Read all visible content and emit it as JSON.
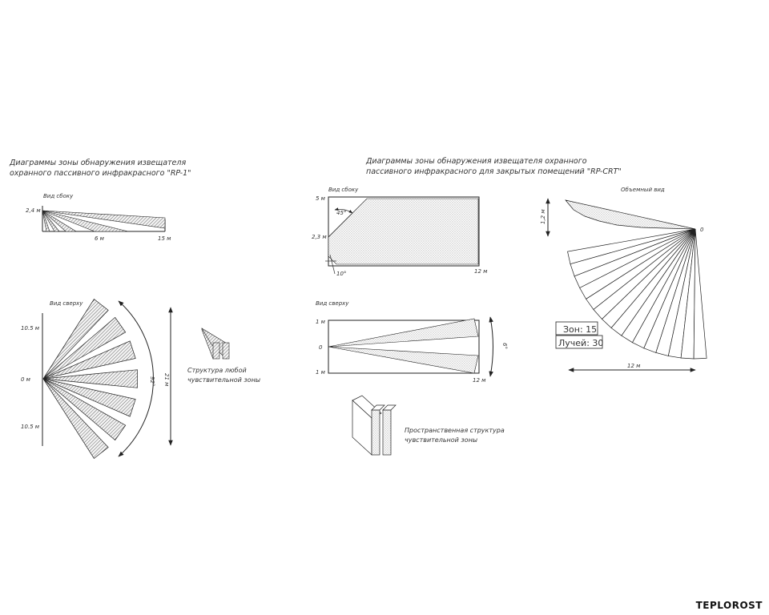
{
  "left_panel": {
    "title_line1": "Диаграммы зоны обнаружения извещателя",
    "title_line2": "охранного пассивного инфракрасного \"RP-1\"",
    "side_view": {
      "label": "Вид сбоку",
      "height_label": "2,4 м",
      "mark_6": "6 м",
      "mark_15": "15 м"
    },
    "top_view": {
      "label": "Вид сверху",
      "left_top": "10.5 м",
      "left_mid": "0 м",
      "left_bottom": "10.5 м",
      "arc_label": "92°",
      "span_label": "21 м"
    },
    "structure_caption_line1": "Структура любой",
    "structure_caption_line2": "чувствительной зоны"
  },
  "middle_panel": {
    "title_line1": "Диаграммы зоны обнаружения извещателя охранного",
    "title_line2": "пассивного инфракрасного для закрытых помещений \"RP-CRT\"",
    "side_view": {
      "label": "Вид сбоку",
      "height_label": "5 м",
      "mount_label": "2,3 м",
      "angle_top": "45°",
      "angle_bottom": "10°",
      "length_label": "12 м"
    },
    "top_view": {
      "label": "Вид сверху",
      "y_top": "1 м",
      "y_mid": "0",
      "y_bottom": "1 м",
      "length_label": "12 м",
      "angle_label": "6°"
    },
    "structure_caption_line1": "Пространственная структура",
    "structure_caption_line2": "чувствительной зоны"
  },
  "right_panel": {
    "label": "Объемный вид",
    "origin_label": "0",
    "height_label": "1,2 м",
    "zones_label": "Зон: 15",
    "rays_label": "Лучей: 30",
    "length_label": "12 м"
  },
  "watermark": "TEPLOROST",
  "colors": {
    "line": "#222222",
    "hatch": "#555555",
    "background": "#ffffff"
  }
}
